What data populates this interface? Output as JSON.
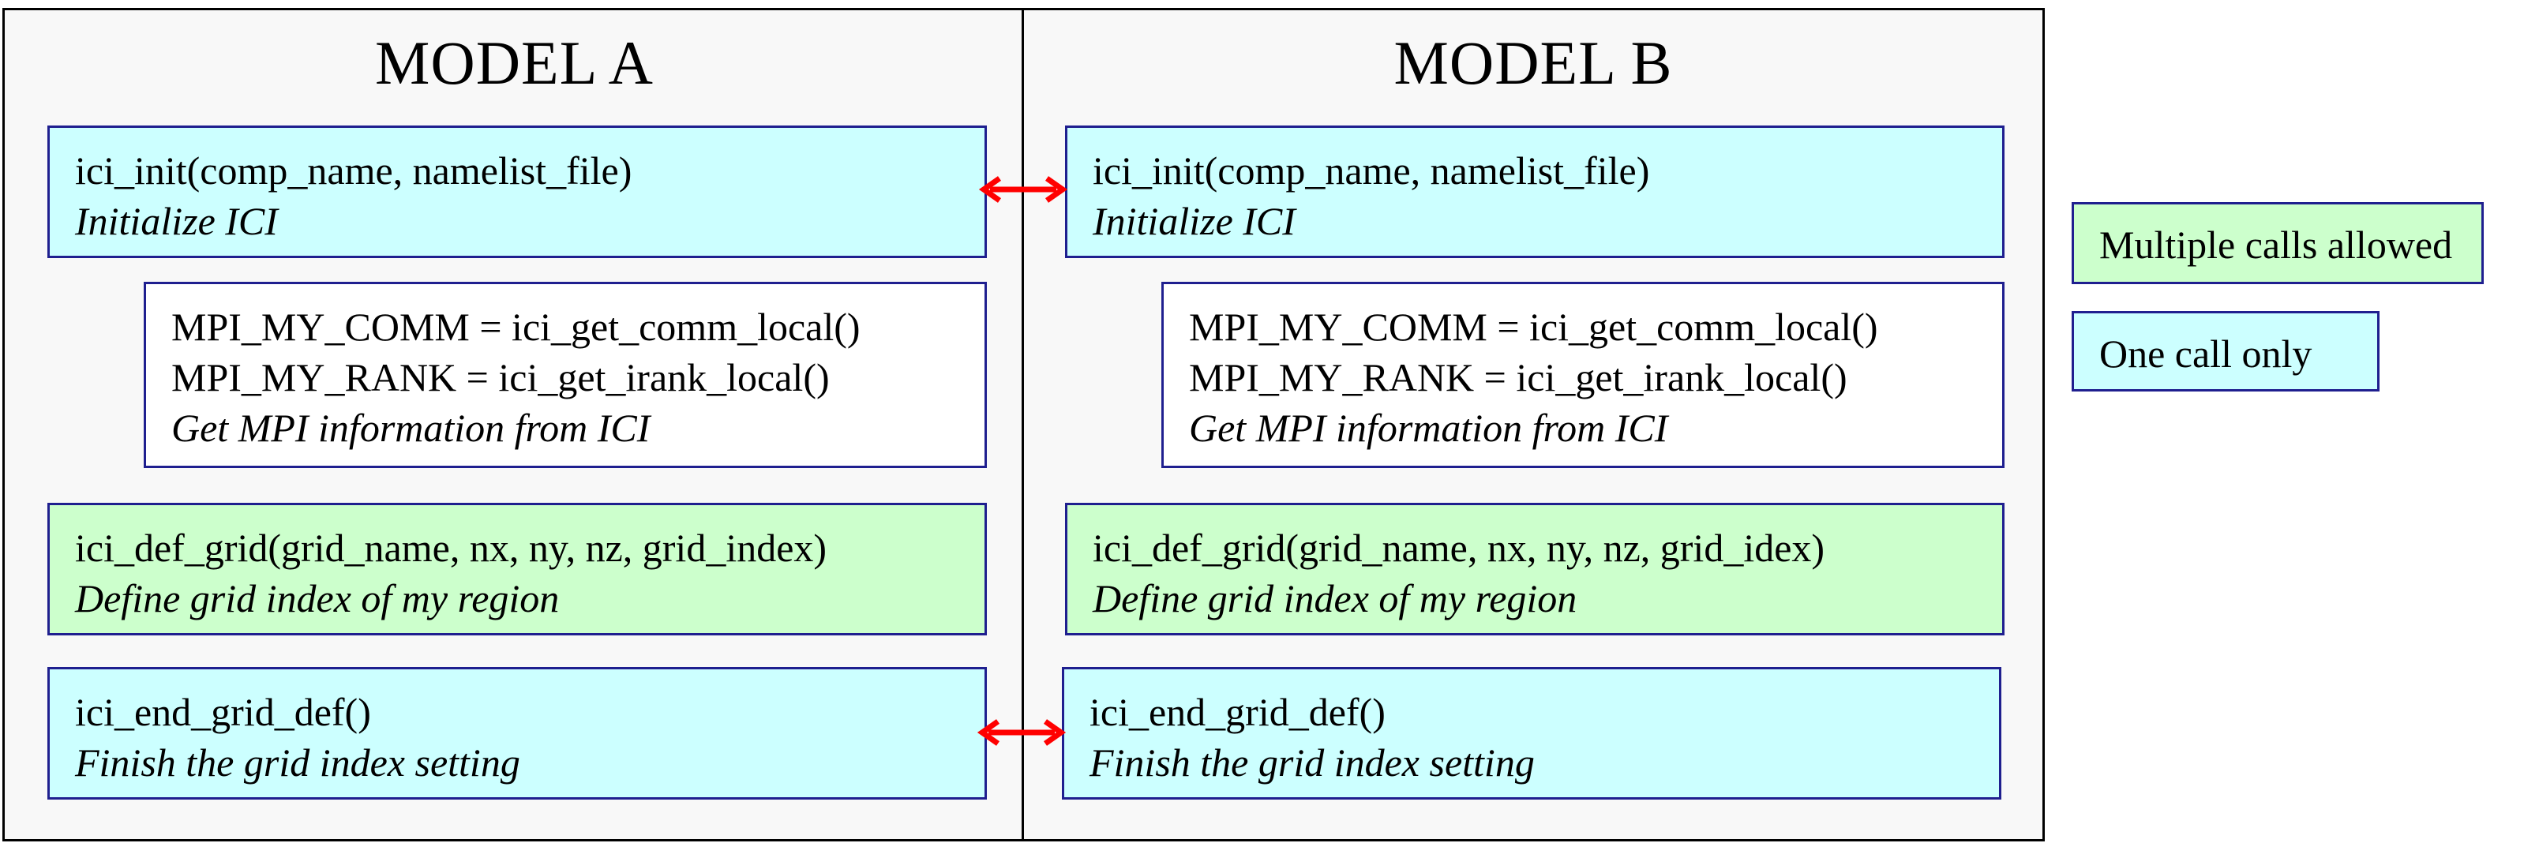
{
  "model_a": {
    "title": "MODEL A",
    "boxes": [
      {
        "code": "ici_init(comp_name, namelist_file)",
        "desc": "Initialize ICI"
      },
      {
        "code1": "MPI_MY_COMM = ici_get_comm_local()",
        "code2": "MPI_MY_RANK = ici_get_irank_local()",
        "desc": "Get MPI information from ICI"
      },
      {
        "code": "ici_def_grid(grid_name, nx, ny, nz, grid_index)",
        "desc": "Define grid index of my region"
      },
      {
        "code": "ici_end_grid_def()",
        "desc": "Finish the grid index setting"
      }
    ]
  },
  "model_b": {
    "title": "MODEL B",
    "boxes": [
      {
        "code": "ici_init(comp_name, namelist_file)",
        "desc": "Initialize ICI"
      },
      {
        "code1": "MPI_MY_COMM = ici_get_comm_local()",
        "code2": "MPI_MY_RANK = ici_get_irank_local()",
        "desc": "Get MPI information from ICI"
      },
      {
        "code": "ici_def_grid(grid_name, nx, ny, nz, grid_idex)",
        "desc": "Define grid index of my region"
      },
      {
        "code": "ici_end_grid_def()",
        "desc": "Finish the grid index setting"
      }
    ]
  },
  "legend": {
    "multiple": {
      "label": "Multiple calls allowed",
      "color": "#ccffcc"
    },
    "single": {
      "label": "One call only",
      "color": "#ccffff"
    }
  },
  "colors": {
    "box_border": "#1f1f8f",
    "arrow": "#ff0000"
  }
}
